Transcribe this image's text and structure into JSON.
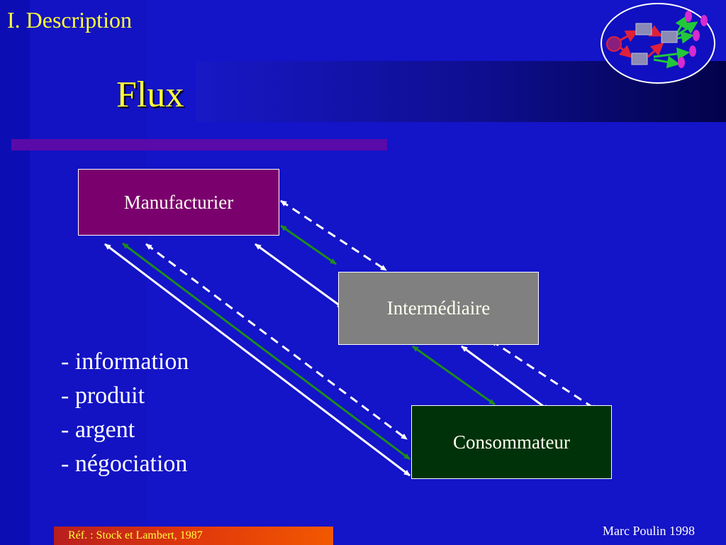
{
  "slide": {
    "section_title": "I.  Description",
    "title": "Flux",
    "reference": "Réf. : Stock et Lambert, 1987",
    "author": "Marc Poulin 1998"
  },
  "diagram": {
    "nodes": {
      "manufacturier": "Manufacturier",
      "intermediaire": "Intermédiaire",
      "consommateur": "Consommateur"
    },
    "legend": [
      "- information",
      "- produit",
      "- argent",
      "- négociation"
    ]
  },
  "colors": {
    "background": "#1414c8",
    "title_yellow": "#ffff3a",
    "manufacturier_fill": "#7a006e",
    "intermediaire_fill": "#808080",
    "consommateur_fill": "#00320a",
    "arrow_white": "#ffffff",
    "arrow_green": "#1e8c1e"
  }
}
